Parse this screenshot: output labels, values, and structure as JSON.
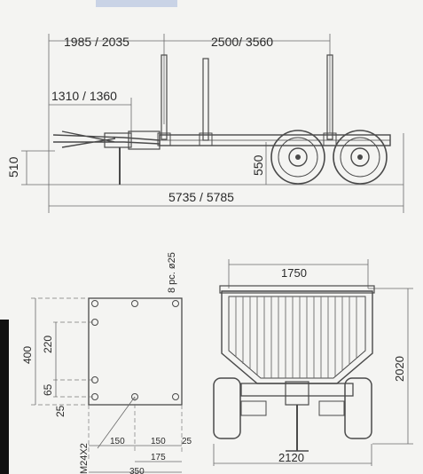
{
  "side_view": {
    "dim_drawbar_to_front_post": "1985 / 2035",
    "dim_post_span": "2500/ 3560",
    "dim_hitch": "1310 / 1360",
    "dim_drawbar_height": "510",
    "dim_frame_height": "550",
    "dim_overall_length": "5735 / 5785"
  },
  "mount_plate": {
    "label_holes": "8 pc. ø25",
    "dim_height": "400",
    "dim_upper_holes": "220",
    "dim_lower_holes": "65",
    "dim_edge": "25",
    "label_bolt": "M24X2",
    "dim_bottom_150a": "150",
    "dim_bottom_150b": "150",
    "dim_bottom_25": "25",
    "dim_175": "175",
    "dim_350": "350"
  },
  "rear_view": {
    "dim_bunk_width": "1750",
    "dim_height": "2020",
    "dim_track_width": "2120"
  },
  "colors": {
    "background": "#f4f4f2",
    "line": "#4a4a4a",
    "text": "#2a2a2a",
    "top_strip": "#c9d3e6"
  }
}
